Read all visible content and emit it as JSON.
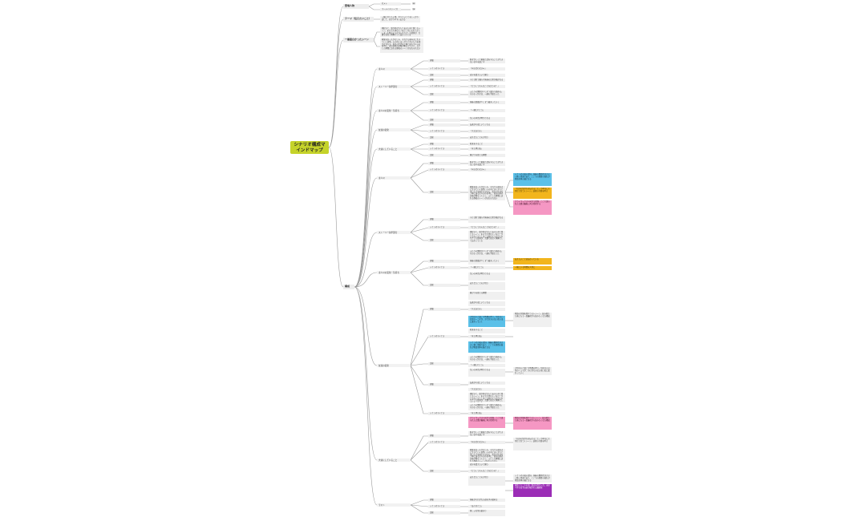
{
  "root": "シナリオ構成マインドマップ",
  "branches": [
    {
      "key": "b1",
      "label": "登場人物",
      "children": [
        "セメレ",
        "マーメイド(シーラ)"
      ],
      "notes": [
        "(姉)",
        "(妹)"
      ]
    },
    {
      "key": "b2",
      "label": "テーマ（伝えたいこと）",
      "children": [
        "一緒にやりたい事、やりたいことをしっかり話して、分かりやすく伝える"
      ]
    },
    {
      "key": "b3",
      "label": "一番面白かったシーン",
      "children": [
        "朝起きて、誰か死なれたとあらためて感じるシーン。まるで大切なモノをどこかに忘れてきてしまった時のようなひんやりとした感覚が、言葉ではなく映像として伝わってくる",
        "家族を失ったかなしみ、それでも前向きに生きていく姿勢。心の中にぽっかりと空いた穴を抱えながらも、毎日の生活を丁寧に送る主人公の背中に、自分自身の記憶が重なっていく。ふとした瞬間に訪れる静寂のシーンが忘れられない"
      ]
    },
    {
      "key": "b4",
      "label": "構成",
      "sections": [
        {
          "label": "主人公",
          "items": [
            "詳細",
            "シナリオマイナス",
            "比較"
          ],
          "texts": [
            "恥ずかしくて家族と話をすることができない日々を過ごす",
            "「向き合わなきゃ」",
            "自分を変えたいと願う"
          ]
        },
        {
          "label": "ストーリー前半部分",
          "items": [
            "詳細",
            "シナリオマイナス",
            "比較"
          ],
          "texts": [
            "小さな町で暮らす姉妹の日常が描かれる",
            "「どうしてそんなことを言うの？」",
            "ふたりの関係が少しずつ変わり始める。そのきっかけは、一通の手紙だった"
          ]
        },
        {
          "label": "主人公の変化・気持ち",
          "items": [
            "詳細",
            "シナリオマイナス",
            "比較"
          ],
          "texts": [
            "姉妹の距離が少しずつ縮まっていく",
            "「一緒に行こう」",
            "互いの本音が明かされる"
          ]
        },
        {
          "label": "友達の変化",
          "items": [
            "詳細",
            "シナリオマイナス",
            "比較"
          ],
          "texts": [
            "友達がそばにいてくれる",
            "「大丈夫だよ」",
            "支え合うことの大切さ"
          ]
        },
        {
          "label": "大切にしていること",
          "items": [
            "詳細",
            "シナリオマイナス",
            "比較"
          ],
          "texts": [
            "約束を守ること",
            "「また明日ね」",
            "繋がりを感じる瞬間"
          ]
        }
      ],
      "callouts": {
        "blue1": "シナリオの核心部分。姉妹の関係性が大きく動く場面であり、ここでの感情の揺れが物語全体の軸となる",
        "yellow1": "「自分の気持ちを伝えること」が本当に大切だと気づくシーン。読者の共感を呼ぶ",
        "pink1": "クライマックスへ向かう伏線。ここで語られた言葉が最後に再び登場する",
        "yellow2": "伝えたいことは伝わっている",
        "yellow3": "一緒にいる時間を大切に",
        "blue2": "大切な人と過ごす時間の尊さ。何気ない日常の一コマが、かけがえのない思い出に変わっていく",
        "pink2": "物語の余韻を残すラストシーン。読み終えた後にもう一度最初から読みたくなる構成",
        "purple1": "成長した二人の姿。過去を受け入れ、未来へ歩き出す決意が描かれる最終章"
      },
      "tail": {
        "label": "ラスト",
        "items": [
          "詳細",
          "シナリオマイナス",
          "比較"
        ],
        "texts": [
          "姉妹がそれぞれの道を歩み始める",
          "「ありがとう」",
          "新しい日常の始まり"
        ]
      }
    }
  ]
}
